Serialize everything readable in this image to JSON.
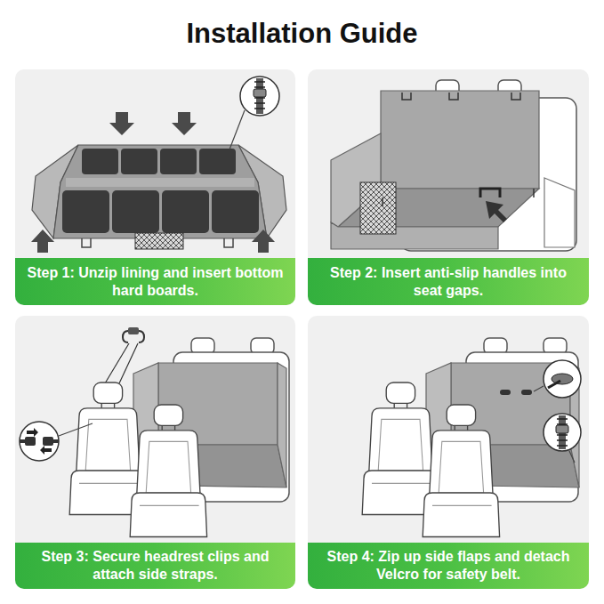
{
  "diagram": {
    "title": "Installation Guide",
    "nodes": [
      {
        "text": [
          "Step 1: Unzip lining and insert bottom hard boards."
        ]
      },
      {
        "text": [
          "Step 2: Insert anti-slip handles into seat gaps."
        ]
      },
      {
        "text": [
          "Step 3: Secure headrest clips and attach side straps."
        ]
      },
      {
        "text": [
          "Step 4: Zip up side flaps and detach Velcro for safety belt."
        ]
      }
    ]
  }
}
